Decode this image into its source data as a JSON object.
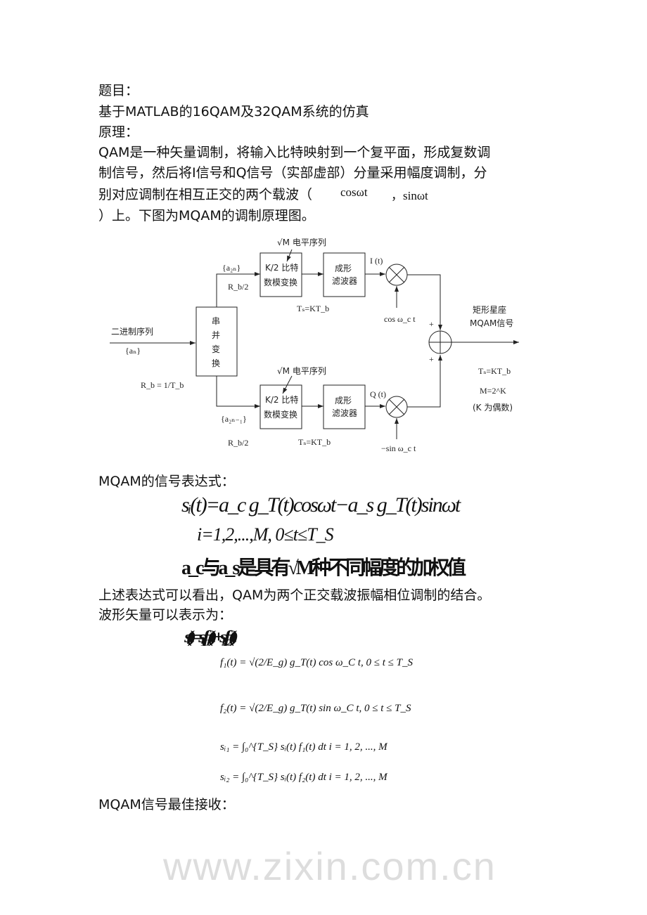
{
  "heading_label": "题目：",
  "title": "基于MATLAB的16QAM及32QAM系统的仿真",
  "principle_label": "原理：",
  "para1_line1": "QAM是一种矢量调制，将输入比特映射到一个复平面，形成复数调",
  "para1_line2": "制信号，然后将I信号和Q信号（实部虚部）分量采用幅度调制，分",
  "para1_line3": "别对应调制在相互正交的两个载波（",
  "carrier1": "cosωt",
  "carrier2": "，sinωt",
  "para1_line4": "）上。下图为MQAM的调制原理图。",
  "diagram": {
    "input_label": "二进制序列",
    "input_seq": "{aₙ}",
    "rb": "R_b = 1/T_b",
    "sp_box": [
      "串",
      "并",
      "变",
      "换"
    ],
    "upper_seq": "{a₂ₙ}",
    "upper_rate": "R_b/2",
    "lower_seq": "{a₂ₙ₋₁}",
    "lower_rate": "R_b/2",
    "dac_line1": "K/2 比特",
    "dac_line2": "数模变换",
    "level_label": "√M 电平序列",
    "filter_line1": "成形",
    "filter_line2": "滤波器",
    "ts": "Tₛ=KT_b",
    "i_signal": "I (t)",
    "q_signal": "Q (t)",
    "cos_carrier": "cos ω_c t",
    "sin_carrier": "−sin ω_c t",
    "plus": "+",
    "out_line1": "矩形星座",
    "out_line2": "MQAM信号",
    "out_ts": "Tₛ=KT_b",
    "out_m": "M=2^K",
    "out_note": "(K 为偶数)"
  },
  "watermark": "www.zixin.com.cn",
  "expr_label": "MQAM的信号表达式：",
  "eq1": "sᵢ(t)=a_c g_T(t)cosωt−a_s g_T(t)sinωt",
  "eq2": "i=1,2,...,M,   0≤t≤T_S",
  "eq3": "a_c与a_s是具有√M种不同幅度的加权值",
  "para2_line1": "上述表达式可以看出，QAM为两个正交载波振幅相位调制的结合。",
  "para2_line2": "波形矢量可以表示为：",
  "eq_garbled": "sᵢ(t)=sᵢ₁f₁(t)+sᵢ₂f₂(t)",
  "f1": "f₁(t) = √(2/E_g) g_T(t) cos ω_C t,    0 ≤ t ≤ T_S",
  "f2": "f₂(t) = √(2/E_g) g_T(t) sin ω_C t,    0 ≤ t ≤ T_S",
  "si1": "sᵢ₁ = ∫₀^{T_S} sᵢ(t) f₁(t) dt     i = 1, 2, ..., M",
  "si2": "sᵢ₂ = ∫₀^{T_S} sᵢ(t) f₂(t) dt     i = 1, 2, ..., M",
  "receive_label": "MQAM信号最佳接收："
}
